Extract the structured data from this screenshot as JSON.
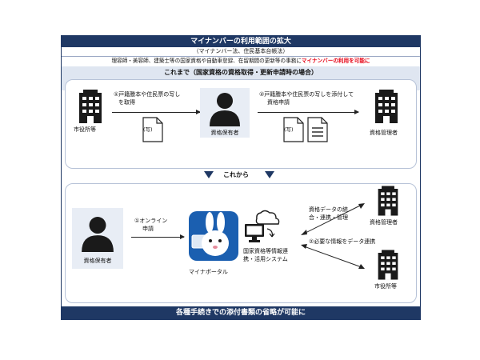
{
  "header": {
    "title": "マイナンバーの利用範囲の拡大",
    "subtitle": "（マイナンバー法、住民基本台帳法）",
    "description_prefix": "理容師・美容師、建築士等の国家資格や自動車登録、在留期間の更新等の事務に",
    "description_highlight": "マイナンバーの利用を可能に"
  },
  "before": {
    "section_title": "これまで（国家資格の資格取得・更新申請時の場合）",
    "city_office_label": "市役所等",
    "holder_label": "資格保有者",
    "manager_label": "資格管理者",
    "step1_line1": "①戸籍謄本や住民票の写し",
    "step1_line2": "を取得",
    "step2_line1": "②戸籍謄本や住民票の写しを添付して",
    "step2_line2": "資格申請",
    "copy_mark": "(写)"
  },
  "transition_label": "これから",
  "after": {
    "holder_label": "資格保有者",
    "online_line1": "①オンライン",
    "online_line2": "申請",
    "portal_label": "マイナポータル",
    "system_line1": "国家資格等情報連",
    "system_line2": "携・活用システム",
    "data_line1": "資格データの統",
    "data_line2": "合・連携・管理",
    "manager_label": "資格管理者",
    "info_link_label": "②必要な情報をデータ連携",
    "city_office_label": "市役所等"
  },
  "footer": {
    "text": "各種手続きでの添付書類の省略が可能に"
  },
  "colors": {
    "band": "#1f3864",
    "highlight": "#e60012",
    "panel_border": "#b7c3d8",
    "section_bg": "#dfe6f1",
    "portal_blue": "#1b5fb0"
  }
}
